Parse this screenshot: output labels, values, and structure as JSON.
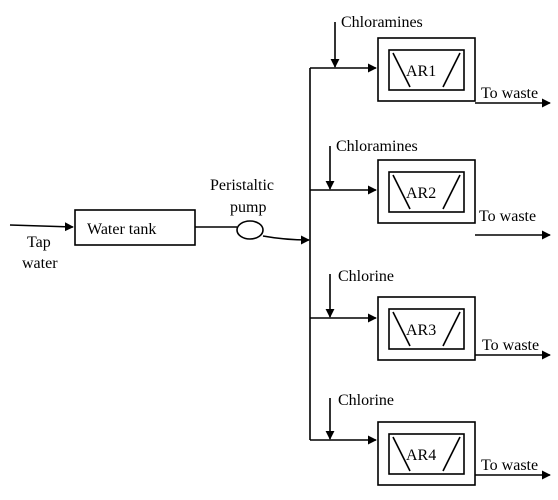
{
  "diagram": {
    "inlet_label_1": "Tap",
    "inlet_label_2": "water",
    "tank_label": "Water tank",
    "pump_label_1": "Peristaltic",
    "pump_label_2": "pump",
    "reactors": [
      {
        "name": "AR1",
        "dose": "Chloramines",
        "outlet": "To waste"
      },
      {
        "name": "AR2",
        "dose": "Chloramines",
        "outlet": "To waste"
      },
      {
        "name": "AR3",
        "dose": "Chlorine",
        "outlet": "To waste"
      },
      {
        "name": "AR4",
        "dose": "Chlorine",
        "outlet": "To waste"
      }
    ]
  }
}
